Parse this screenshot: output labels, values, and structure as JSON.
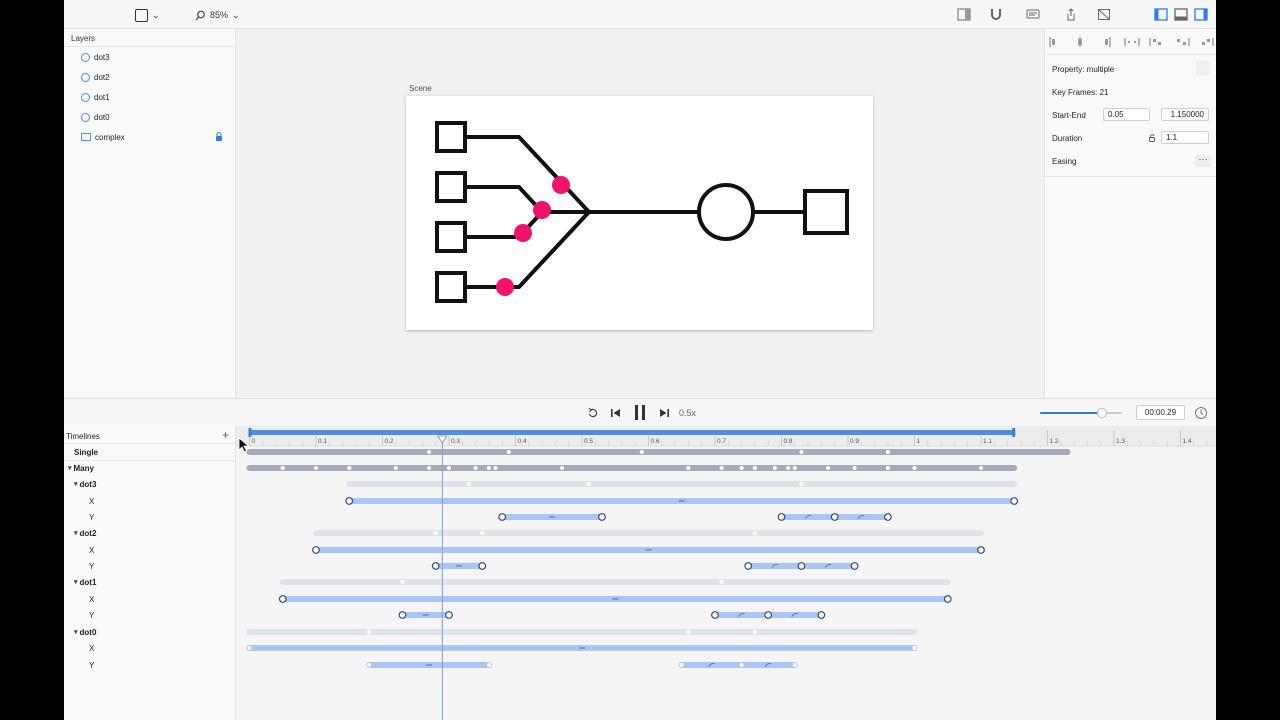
{
  "toolbar": {
    "zoom": "85%"
  },
  "layers": {
    "title": "Layers",
    "items": [
      {
        "name": "dot3",
        "kind": "circle"
      },
      {
        "name": "dot2",
        "kind": "circle"
      },
      {
        "name": "dot1",
        "kind": "circle"
      },
      {
        "name": "dot0",
        "kind": "circle"
      },
      {
        "name": "complex",
        "kind": "image",
        "locked": true
      }
    ]
  },
  "canvas": {
    "scene_label": "Scene"
  },
  "inspector": {
    "property_label": "Property: multiple",
    "keyframes_label": "Key Frames: 21",
    "start_end_label": "Start-End",
    "start_value": "0.05",
    "end_value": "1.150000",
    "duration_label": "Duration",
    "duration_value": "1.1",
    "easing_label": "Easing",
    "easing_button": "···"
  },
  "playback": {
    "speed": "0.5x",
    "timecode": "00:00.29",
    "volume_level": 0.75
  },
  "timelines": {
    "title": "Timelines",
    "add": "+",
    "ruler_ticks": [
      "0",
      "0.1",
      "0.2",
      "0.3",
      "0.4",
      "0.5",
      "0.6",
      "0.7",
      "0.8",
      "0.9",
      "1",
      "1.1",
      "1.2",
      "1.3",
      "1.4"
    ],
    "playhead_time": 0.29,
    "range": [
      0,
      1.15
    ],
    "rows": [
      {
        "label": "Single",
        "indent": 0,
        "bold": true,
        "group": false
      },
      {
        "label": "Many",
        "indent": 0,
        "bold": true,
        "group": true
      },
      {
        "label": "dot3",
        "indent": 1,
        "bold": true,
        "group": true
      },
      {
        "label": "X",
        "indent": 2,
        "bold": false,
        "group": false
      },
      {
        "label": "Y",
        "indent": 2,
        "bold": false,
        "group": false
      },
      {
        "label": "dot2",
        "indent": 1,
        "bold": true,
        "group": true
      },
      {
        "label": "X",
        "indent": 2,
        "bold": false,
        "group": false
      },
      {
        "label": "Y",
        "indent": 2,
        "bold": false,
        "group": false
      },
      {
        "label": "dot1",
        "indent": 1,
        "bold": true,
        "group": true
      },
      {
        "label": "X",
        "indent": 2,
        "bold": false,
        "group": false
      },
      {
        "label": "Y",
        "indent": 2,
        "bold": false,
        "group": false
      },
      {
        "label": "dot0",
        "indent": 1,
        "bold": true,
        "group": true
      },
      {
        "label": "X",
        "indent": 2,
        "bold": false,
        "group": false
      },
      {
        "label": "Y",
        "indent": 2,
        "bold": false,
        "group": false
      }
    ]
  },
  "colors": {
    "accent": "#2b7de9",
    "dot": "#f0126b",
    "track_blue": "#a9c6f4",
    "track_gray": "#a6acb7"
  }
}
